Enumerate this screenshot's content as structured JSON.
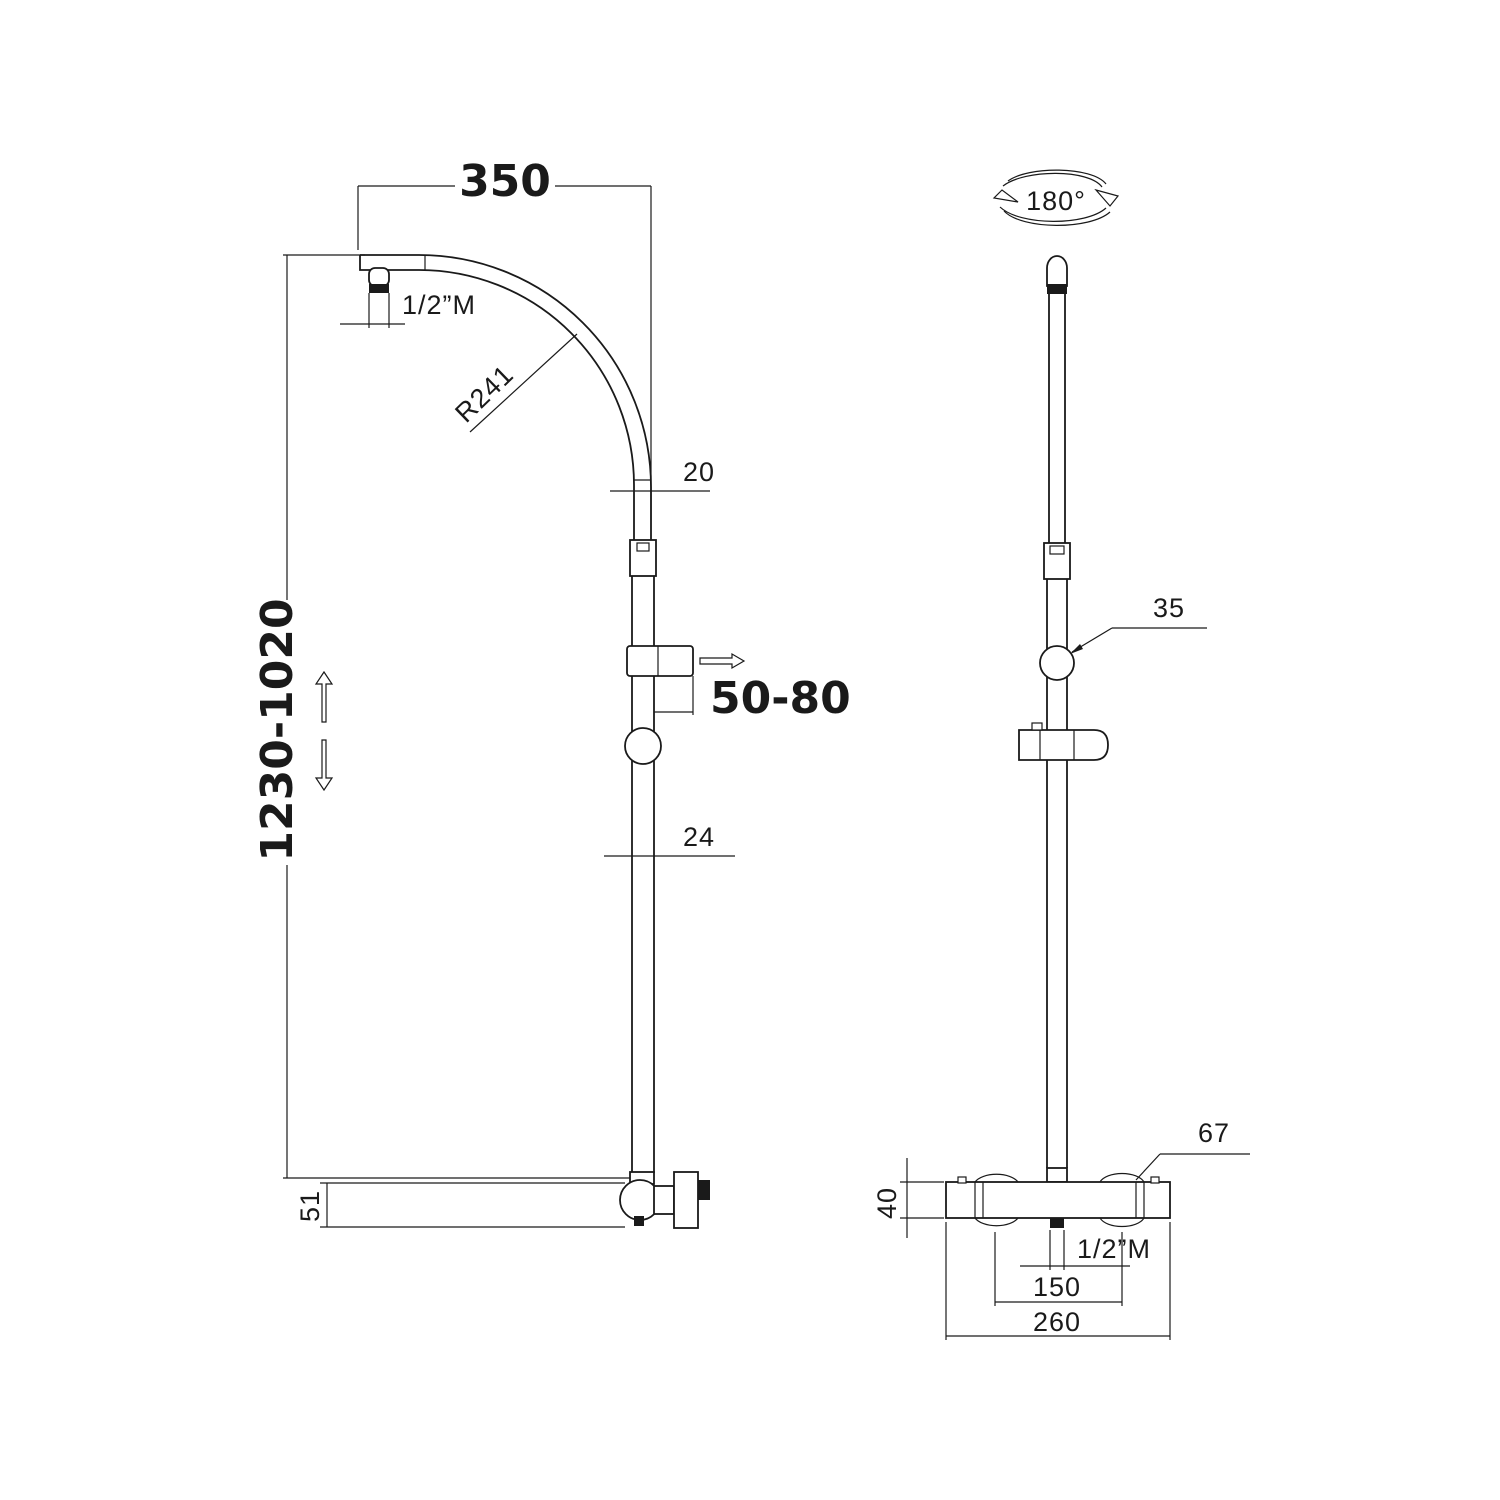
{
  "side_view": {
    "dim_width": "350",
    "dim_height": "1230-1020",
    "dim_outlet": "1/2”M",
    "dim_radius": "R241",
    "dim_upper_pipe": "20",
    "dim_lower_pipe": "24",
    "dim_slide_offset": "50-80",
    "dim_bottom": "51"
  },
  "front_view": {
    "rotation": "180°",
    "dim_ball": "35",
    "dim_knob": "67",
    "dim_body_height": "40",
    "dim_inlet": "1/2”M",
    "dim_centers": "150",
    "dim_total": "260"
  }
}
